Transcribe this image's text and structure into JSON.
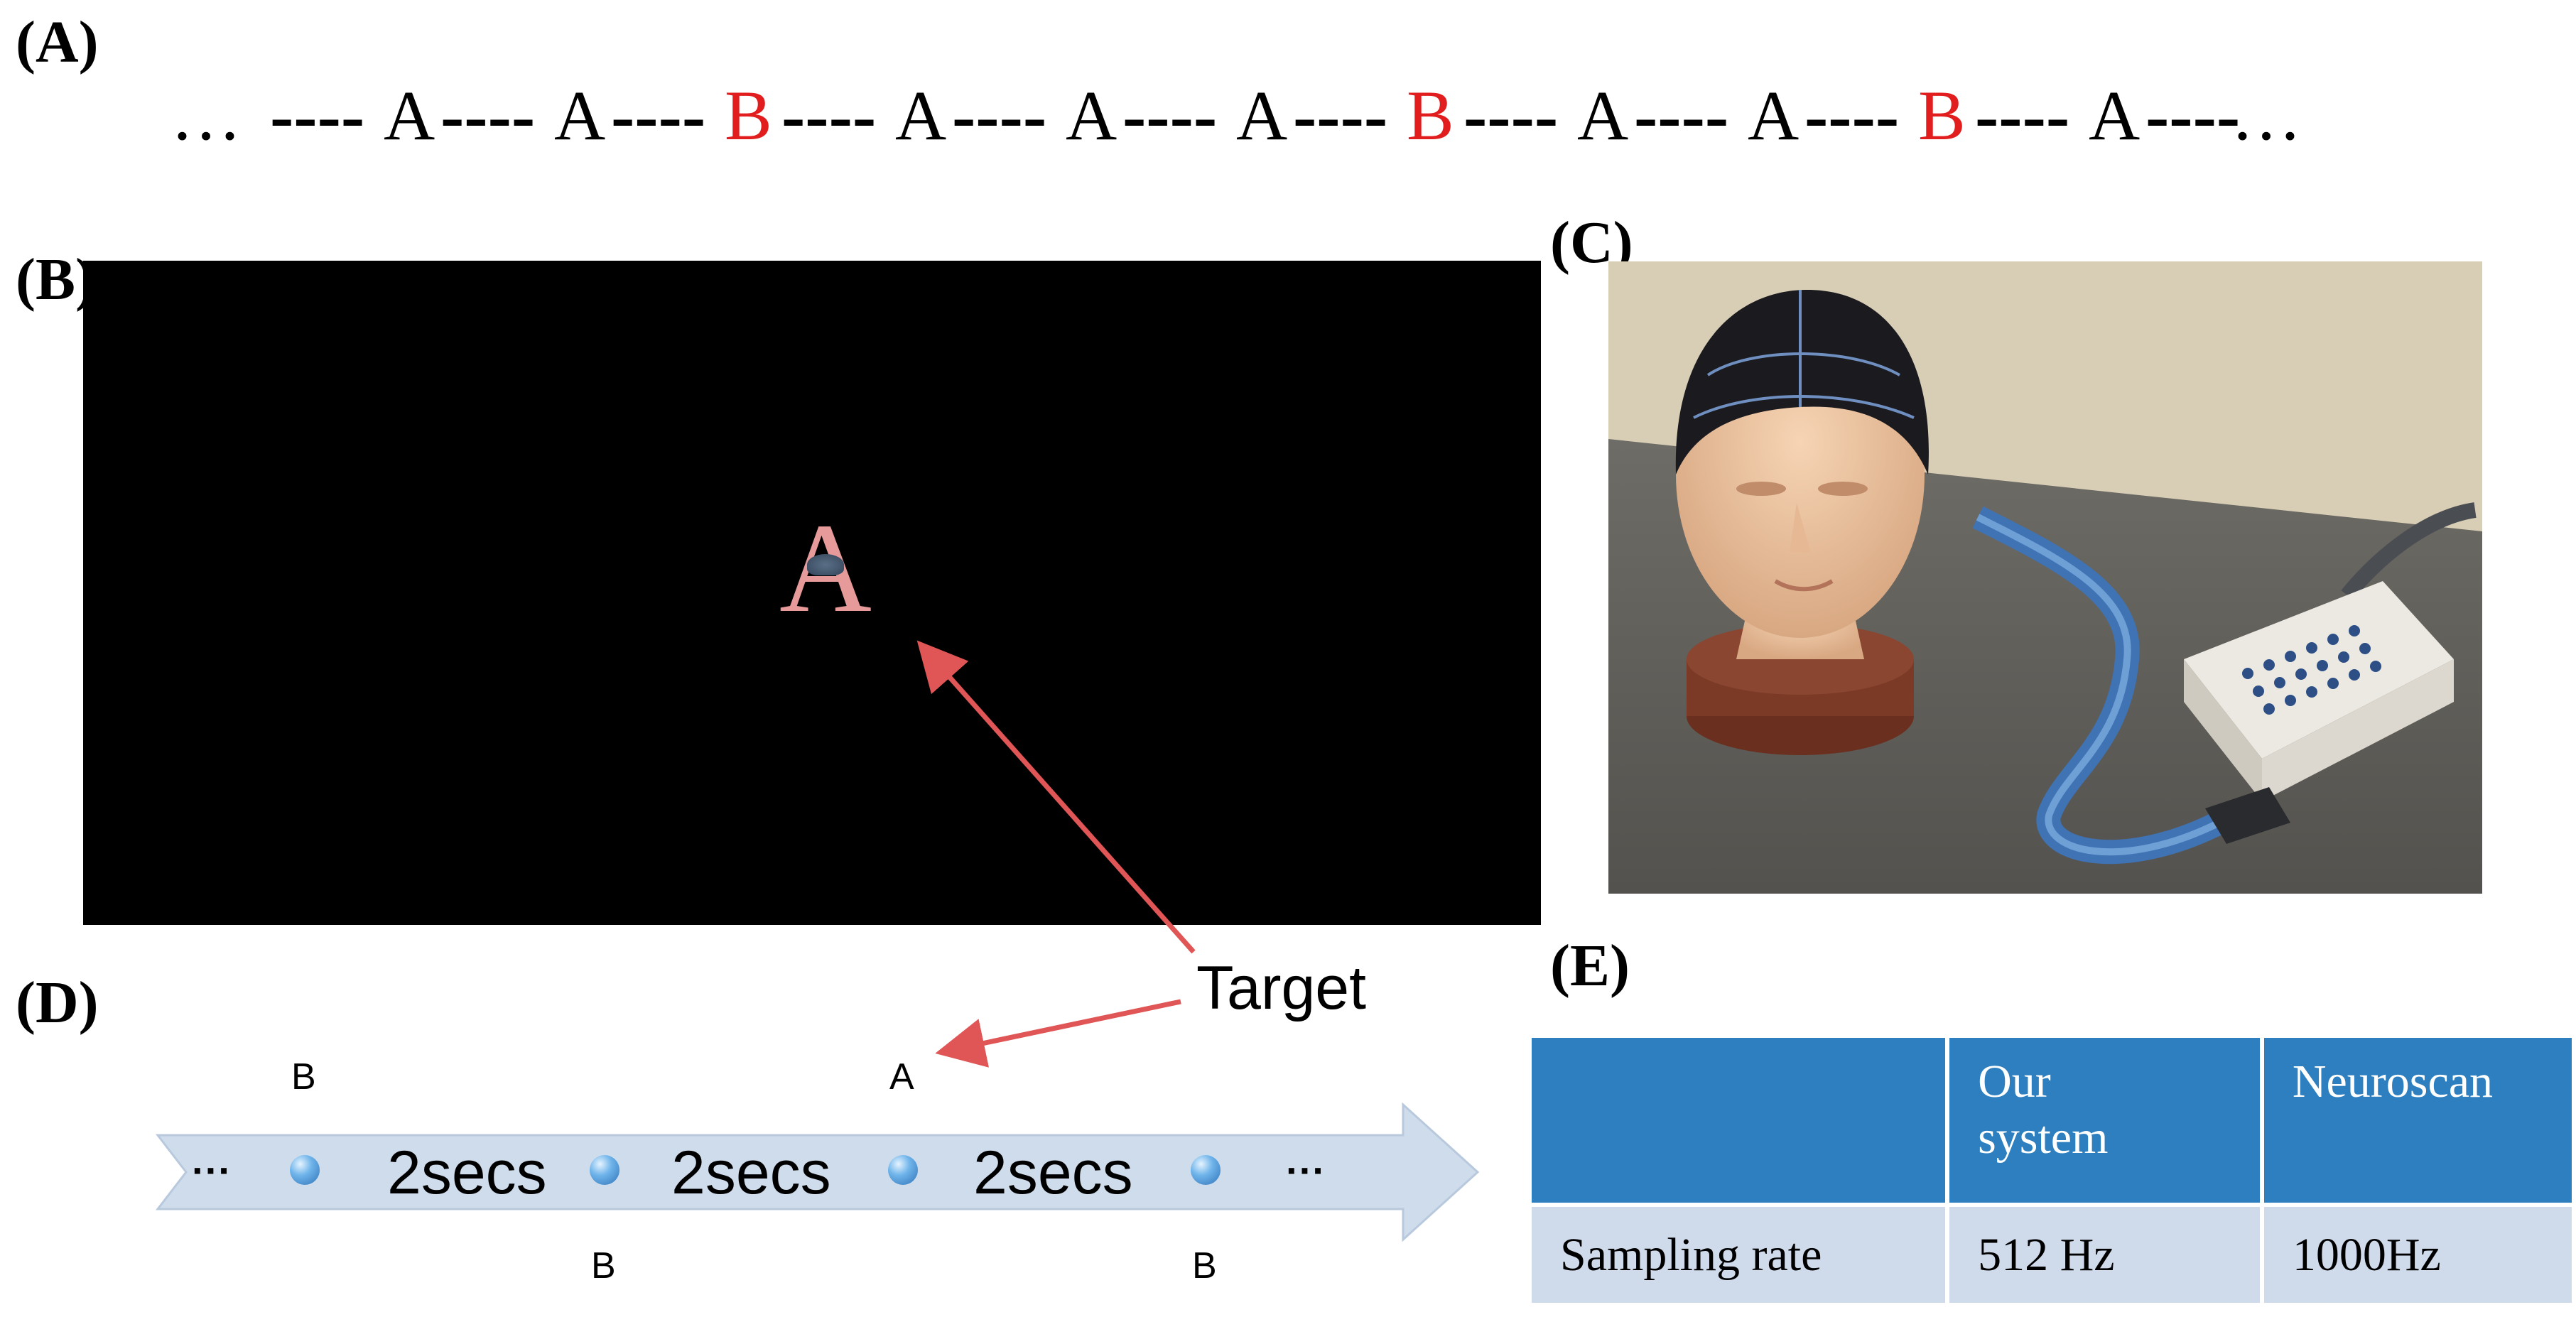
{
  "panels": {
    "a": "(A)",
    "b": "(B)",
    "c": "(C)",
    "d": "(D)",
    "e": "(E)"
  },
  "sequence": {
    "start_ellipsis": "…",
    "end_ellipsis": "…",
    "dash": "----",
    "tokens": [
      "A",
      "A",
      "B",
      "A",
      "A",
      "A",
      "B",
      "A",
      "A",
      "B",
      "A"
    ],
    "standard_color": "#000000",
    "target_color": "#e11d1d"
  },
  "stimulus": {
    "letter": "A",
    "letter_color": "#e79a9a",
    "screen_color": "#000000"
  },
  "annotation": {
    "target_label": "Target",
    "arrow_color": "#e05555"
  },
  "timeline": {
    "top_letters": [
      "B",
      "A"
    ],
    "bottom_letters": [
      "B",
      "B"
    ],
    "intervals": [
      "2secs",
      "2secs",
      "2secs"
    ],
    "start_ellipsis": "···",
    "end_ellipsis": "···",
    "arrow_color": "#cfdcec",
    "bead_color": "#4d94d6"
  },
  "table": {
    "header": [
      "",
      "Our\nsystem",
      "Neuroscan"
    ],
    "rows": [
      [
        "Sampling rate",
        "512 Hz",
        "1000Hz"
      ]
    ],
    "header_color": "#2e7fbf",
    "row_color": "#cfdbeb"
  }
}
